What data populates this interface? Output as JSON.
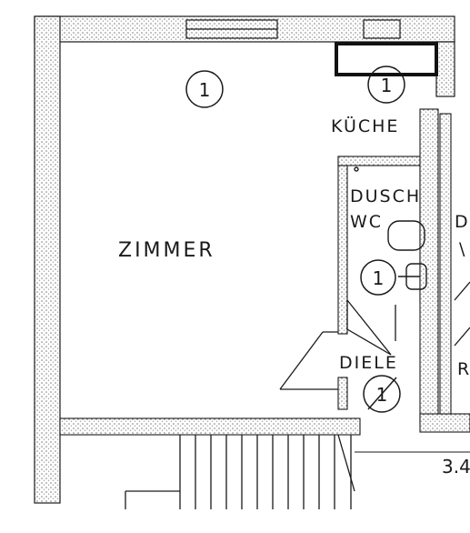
{
  "plan": {
    "rooms": [
      {
        "id": "zimmer",
        "name": "ZIMMER",
        "number": "1"
      },
      {
        "id": "kueche",
        "name": "KÜCHE",
        "number": "1"
      },
      {
        "id": "dusche",
        "name": "DUSCH",
        "number": "1"
      },
      {
        "id": "diele",
        "name": "DIELE",
        "number": "1"
      }
    ],
    "wc_label": "WC",
    "right_partial_labels": [
      "D",
      "\\",
      "R"
    ],
    "dimension_text": "3.4",
    "colors": {
      "ink": "#1a1a1a",
      "wall_hatch": "#8a8a8a",
      "paper": "#ffffff"
    }
  }
}
